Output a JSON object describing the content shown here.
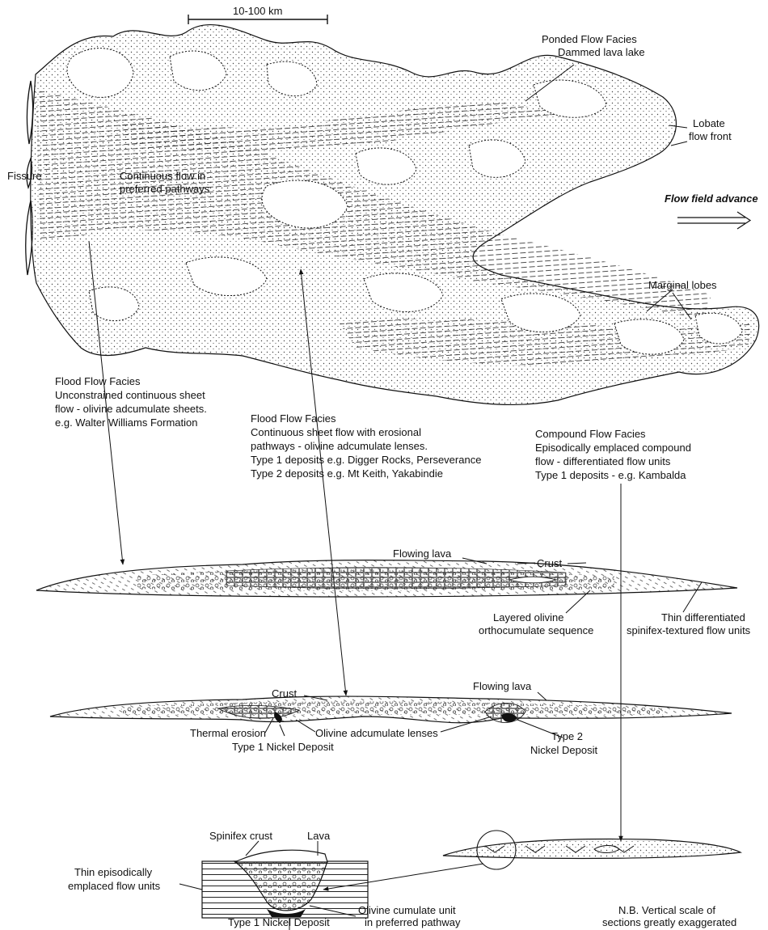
{
  "scale_bar": {
    "label": "10-100 km"
  },
  "map": {
    "fissure": "Fissure",
    "continuous_flow": [
      "Continuous flow in",
      "preferred pathways"
    ],
    "ponded": [
      "Ponded Flow Facies",
      "Dammed lava lake"
    ],
    "lobate": [
      "Lobate",
      "flow front"
    ],
    "advance": "Flow field advance",
    "marginal_lobes": "Marginal lobes"
  },
  "facies": {
    "flood1": [
      "Flood Flow Facies",
      "Unconstrained continuous sheet",
      "flow - olivine adcumulate sheets.",
      "e.g. Walter Williams Formation"
    ],
    "flood2": [
      "Flood Flow Facies",
      "Continuous sheet flow with erosional",
      "pathways - olivine adcumulate lenses.",
      "Type 1 deposits e.g. Digger Rocks, Perseverance",
      "Type 2 deposits e.g. Mt Keith, Yakabindie"
    ],
    "compound": [
      "Compound Flow Facies",
      "Episodically emplaced compound",
      "flow - differentiated flow units",
      "Type 1 deposits - e.g. Kambalda"
    ]
  },
  "section1": {
    "flowing_lava": "Flowing lava",
    "crust": "Crust",
    "layered": [
      "Layered olivine",
      "orthocumulate sequence"
    ],
    "thin_diff": [
      "Thin differentiated",
      "spinifex-textured flow units"
    ]
  },
  "section2": {
    "crust": "Crust",
    "flowing_lava": "Flowing lava",
    "thermal": "Thermal erosion",
    "lenses": "Olivine adcumulate lenses",
    "type1": "Type 1 Nickel Deposit",
    "type2": [
      "Type 2",
      "Nickel Deposit"
    ]
  },
  "detail": {
    "spinifex": "Spinifex crust",
    "lava": "Lava",
    "thin_epi": [
      "Thin episodically",
      "emplaced flow units"
    ],
    "olivine_unit": [
      "Olivine cumulate unit",
      "in preferred pathway"
    ],
    "type1": "Type 1 Nickel Deposit"
  },
  "note": [
    "N.B. Vertical scale of",
    "sections greatly exaggerated"
  ]
}
